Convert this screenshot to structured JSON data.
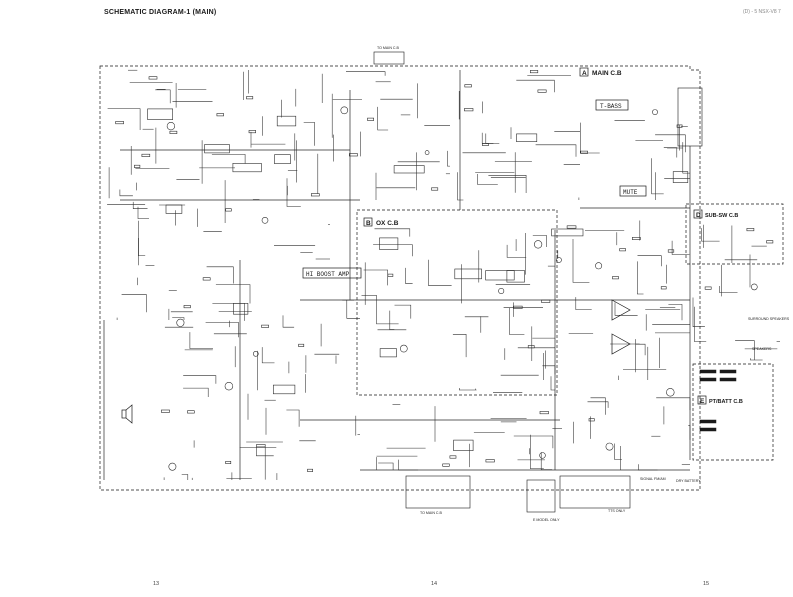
{
  "page": {
    "title": "SCHEMATIC DIAGRAM-1 (MAIN)",
    "header_right": "(D) - 5 NSX-V8 7",
    "page_numbers": [
      "13",
      "14",
      "15"
    ]
  },
  "boards": {
    "main": {
      "letter": "A",
      "label": "MAIN C.B"
    },
    "ox": {
      "letter": "B",
      "label": "OX C.B"
    },
    "sub_sw": {
      "letter": "D",
      "label": "SUB-SW C.B"
    },
    "pt_batt": {
      "letter": "E",
      "label": "PT/BATT C.B"
    }
  },
  "blocks": {
    "t_bass": "T-BASS",
    "hi_boost": "HI BOOST AMP",
    "mute": "MUTE",
    "surround": "SURROUND SPEAKERS",
    "speakers": "SPEAKERS"
  },
  "notes": {
    "to_main_top": "TO MAIN C.B",
    "to_main_bottom": "TO MAIN C.B",
    "e_model_only": "E MODEL ONLY",
    "dry_battery": "DRY BATTERY",
    "signal_fm": "SIGNAL FM/AM",
    "tts_only": "TTS ONLY"
  },
  "colors": {
    "ink": "#1a1a1a",
    "paper": "#ffffff",
    "faint": "#8a8a8a"
  }
}
